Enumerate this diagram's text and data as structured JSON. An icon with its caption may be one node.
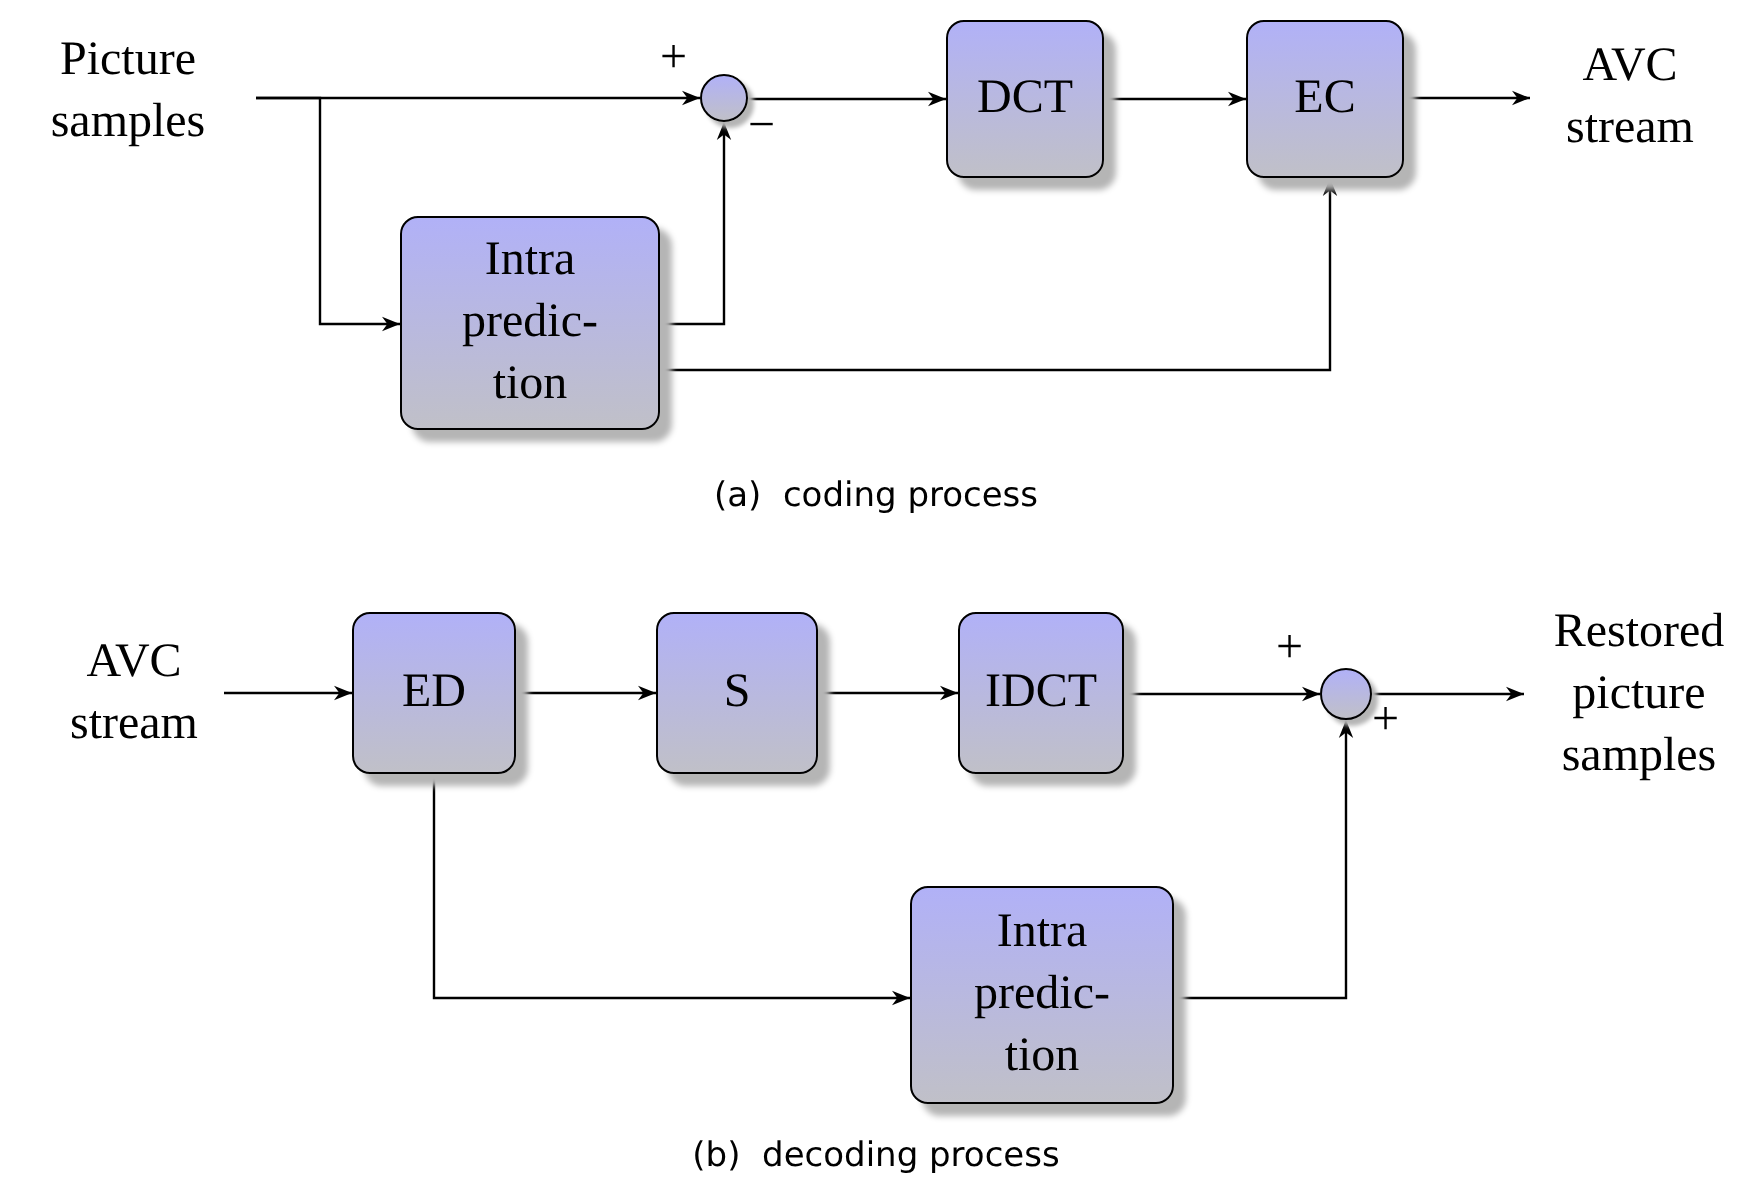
{
  "diagram": {
    "nodes": [
      {
        "text": [
          "Picture samples"
        ]
      },
      {
        "text": [],
        "shape": "circle",
        "beside": [
          "+",
          "−"
        ]
      },
      {
        "text": [
          "DCT"
        ]
      },
      {
        "text": [
          "EC"
        ]
      },
      {
        "text": [
          "AVC stream"
        ]
      },
      {
        "text": [
          "Intra predic- tion"
        ]
      },
      {
        "text": [
          "AVC stream"
        ]
      },
      {
        "text": [
          "ED"
        ]
      },
      {
        "text": [
          "S"
        ]
      },
      {
        "text": [
          "IDCT"
        ]
      },
      {
        "text": [],
        "shape": "circle",
        "beside": [
          "+",
          "+"
        ]
      },
      {
        "text": [
          "Restored picture samples"
        ]
      },
      {
        "text": [
          "Intra predic- tion"
        ]
      }
    ],
    "edges": [
      {
        "from": 0,
        "to": 1,
        "arrow": "to"
      },
      {
        "from": 0,
        "to": 5,
        "arrow": "to"
      },
      {
        "from": 5,
        "to": 1,
        "arrow": "to"
      },
      {
        "from": 1,
        "to": 2,
        "arrow": "to"
      },
      {
        "from": 2,
        "to": 3,
        "arrow": "to"
      },
      {
        "from": 3,
        "to": 4,
        "arrow": "to"
      },
      {
        "from": 5,
        "to": 3,
        "arrow": "to"
      },
      {
        "from": 6,
        "to": 7,
        "arrow": "to"
      },
      {
        "from": 7,
        "to": 8,
        "arrow": "to"
      },
      {
        "from": 8,
        "to": 9,
        "arrow": "to"
      },
      {
        "from": 9,
        "to": 10,
        "arrow": "to"
      },
      {
        "from": 10,
        "to": 11,
        "arrow": "to"
      },
      {
        "from": 7,
        "to": 12,
        "arrow": "to"
      },
      {
        "from": 12,
        "to": 10,
        "arrow": "to"
      }
    ],
    "labels": [
      "(a)  coding process",
      "(b)  decoding process"
    ]
  }
}
